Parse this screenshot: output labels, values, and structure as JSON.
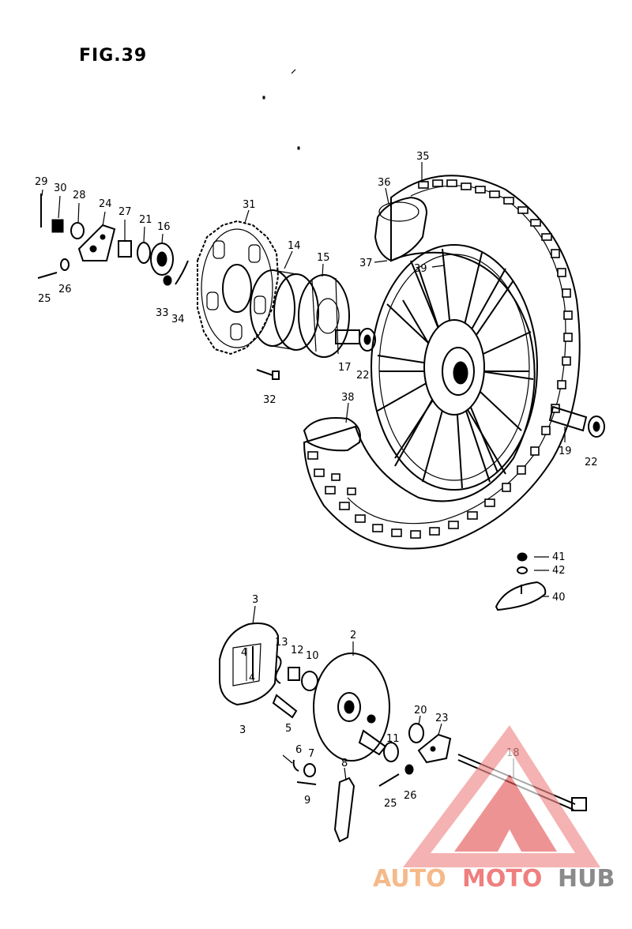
{
  "figure": {
    "title": "FIG.39"
  },
  "callouts": [
    {
      "label": "29"
    },
    {
      "label": "30"
    },
    {
      "label": "28"
    },
    {
      "label": "24"
    },
    {
      "label": "27"
    },
    {
      "label": "21"
    },
    {
      "label": "16"
    },
    {
      "label": "31"
    },
    {
      "label": "14"
    },
    {
      "label": "15"
    },
    {
      "label": "25"
    },
    {
      "label": "26"
    },
    {
      "label": "33"
    },
    {
      "label": "34"
    },
    {
      "label": "17"
    },
    {
      "label": "22"
    },
    {
      "label": "32"
    },
    {
      "label": "35"
    },
    {
      "label": "36"
    },
    {
      "label": "37"
    },
    {
      "label": "39"
    },
    {
      "label": "38"
    },
    {
      "label": "19"
    },
    {
      "label": "22"
    },
    {
      "label": "41"
    },
    {
      "label": "42"
    },
    {
      "label": "40"
    },
    {
      "label": "3"
    },
    {
      "label": "13"
    },
    {
      "label": "12"
    },
    {
      "label": "10"
    },
    {
      "label": "2"
    },
    {
      "label": "3"
    },
    {
      "label": "5"
    },
    {
      "label": "20"
    },
    {
      "label": "23"
    },
    {
      "label": "11"
    },
    {
      "label": "18"
    },
    {
      "label": "6"
    },
    {
      "label": "7"
    },
    {
      "label": "8"
    },
    {
      "label": "9"
    },
    {
      "label": "25"
    },
    {
      "label": "26"
    },
    {
      "label": "4"
    },
    {
      "label": "4"
    }
  ],
  "watermark": {
    "part1": "AUTO",
    "part2": "MOTO",
    "part3": "HUB",
    "color_primary": "#f2b07a",
    "color_secondary": "#e6505a",
    "color_dark": "#7a7a7a"
  }
}
